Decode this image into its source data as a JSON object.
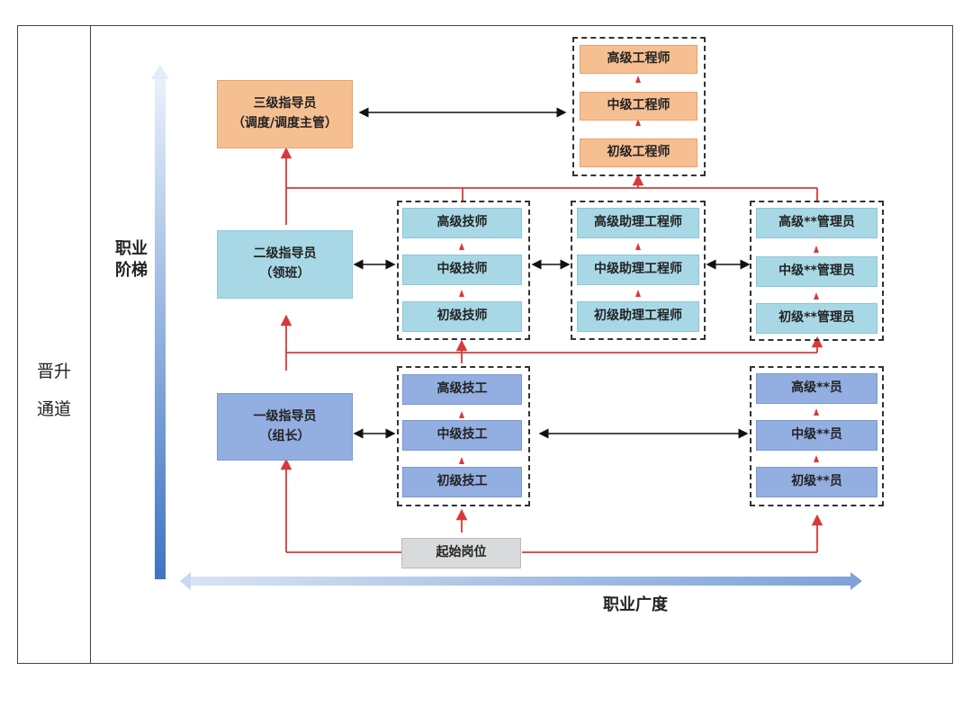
{
  "sidebar": {
    "line1": "晋升",
    "line2": "通道"
  },
  "axes": {
    "vertical_line1": "职业",
    "vertical_line2": "阶梯",
    "horizontal": "职业广度"
  },
  "colors": {
    "orange": "#f6bf92",
    "teal": "#a8d8e6",
    "blue": "#93aee0",
    "grey": "#d9dadb",
    "connector": "#d8393a"
  },
  "guides": {
    "level3": {
      "title": "三级指导员",
      "sub": "（调度/调度主管）"
    },
    "level2": {
      "title": "二级指导员",
      "sub": "（领班）"
    },
    "level1": {
      "title": "一级指导员",
      "sub": "（组长）"
    }
  },
  "engineers": [
    "高级工程师",
    "中级工程师",
    "初级工程师"
  ],
  "technicians": [
    "高级技师",
    "中级技师",
    "初级技师"
  ],
  "assistant_engineers": [
    "高级助理工程师",
    "中级助理工程师",
    "初级助理工程师"
  ],
  "managers": [
    "高级**管理员",
    "中级**管理员",
    "初级**管理员"
  ],
  "workers": [
    "高级技工",
    "中级技工",
    "初级技工"
  ],
  "staff": [
    "高级**员",
    "中级**员",
    "初级**员"
  ],
  "start": "起始岗位"
}
